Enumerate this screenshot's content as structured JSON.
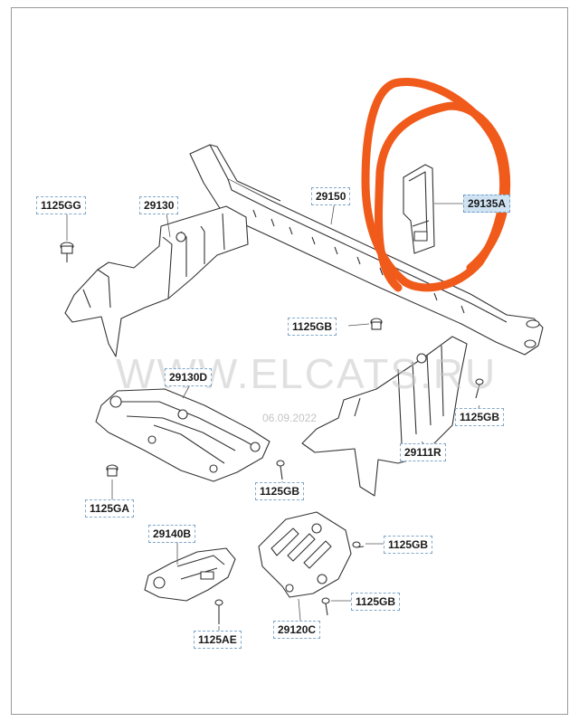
{
  "watermark": "WWW.ELCATS.RU",
  "watermark_date": "06.09.2022",
  "highlight_color": "#f05a1a",
  "callouts": {
    "c1125GG": "1125GG",
    "c29130": "29130",
    "c29150": "29150",
    "c29135A": "29135A",
    "c1125GB_center": "1125GB",
    "c29130D": "29130D",
    "c1125GB_right": "1125GB",
    "c29111R": "29111R",
    "c1125GA": "1125GA",
    "c1125GB_lower": "1125GB",
    "c29140B": "29140B",
    "c1125GB_bottom1": "1125GB",
    "c1125GB_bottom2": "1125GB",
    "c1125AE": "1125AE",
    "c29120C": "29120C"
  }
}
